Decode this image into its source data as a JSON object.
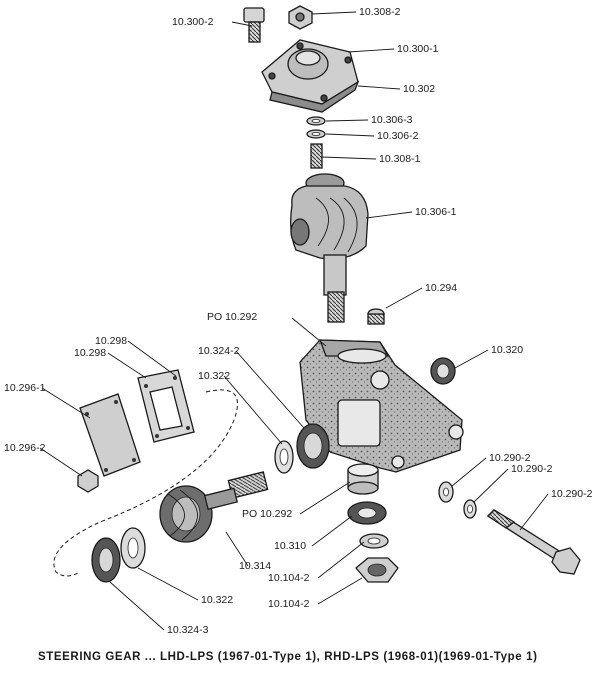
{
  "caption": "STEERING GEAR ... LHD-LPS (1967-01-Type 1), RHD-LPS (1968-01)(1969-01-Type 1)",
  "callouts": {
    "c1": "10.300-2",
    "c2": "10.308-2",
    "c3": "10.300-1",
    "c4": "10.302",
    "c5": "10.306-3",
    "c6": "10.306-2",
    "c7": "10.308-1",
    "c8": "10.306-1",
    "c9": "10.294",
    "c10": "PO 10.292",
    "c11": "10.320",
    "c12": "10.298",
    "c13": "10.298",
    "c14": "10.324-2",
    "c15": "10.322",
    "c16": "10.296-1",
    "c17": "10.296-2",
    "c18": "10.290-2",
    "c19": "10.290-2",
    "c20": "10.290-2",
    "c21": "PO 10.292",
    "c22": "10.310",
    "c23": "10.104-2",
    "c24": "10.314",
    "c25": "10.104-2",
    "c26": "10.322",
    "c27": "10.324-3"
  }
}
